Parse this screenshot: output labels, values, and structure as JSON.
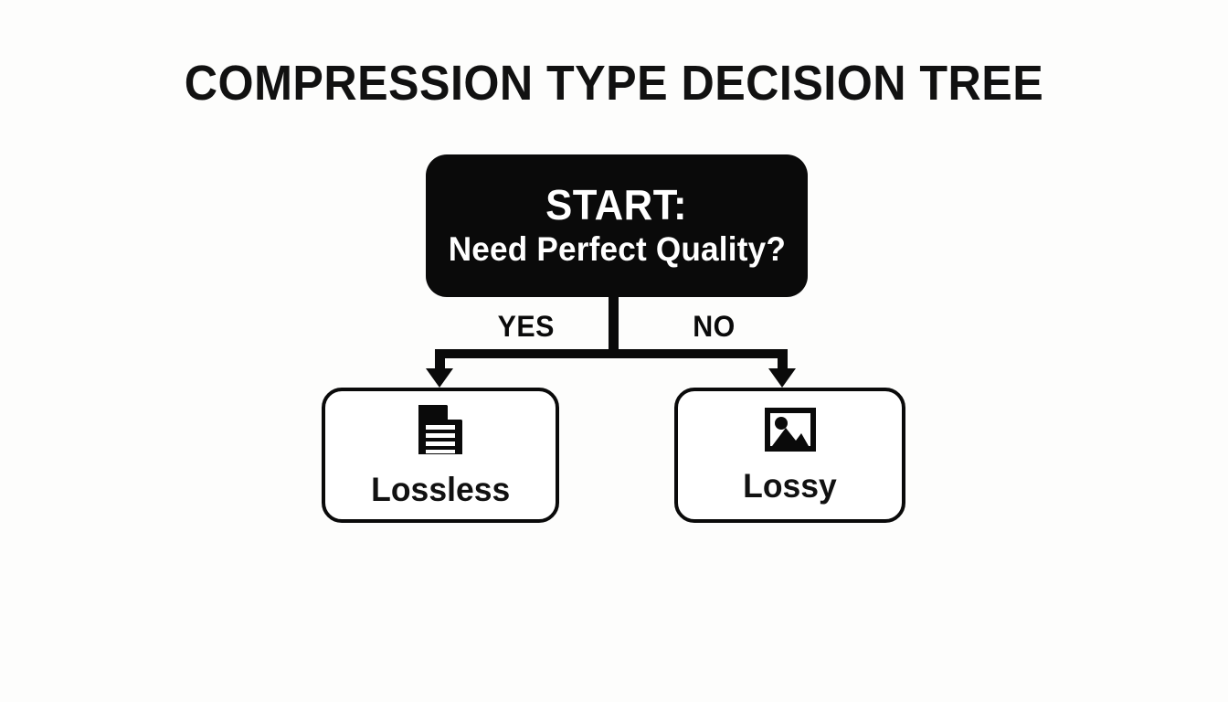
{
  "page": {
    "title": "COMPRESSION TYPE DECISION TREE",
    "background_color": "#fdfdfc",
    "ink_color": "#0a0a0a"
  },
  "diagram": {
    "type": "decision-tree",
    "root": {
      "id": "start",
      "line1": "START:",
      "line2": "Need Perfect Quality?",
      "style": "filled-black-rounded",
      "fill_color": "#0a0a0a",
      "text_color": "#ffffff"
    },
    "edges": [
      {
        "from": "start",
        "to": "lossless",
        "label": "YES",
        "direction": "left"
      },
      {
        "from": "start",
        "to": "lossy",
        "label": "NO",
        "direction": "right"
      }
    ],
    "leaves": [
      {
        "id": "lossless",
        "label": "Lossless",
        "icon": "document-icon",
        "style": "outlined-white-rounded",
        "border_color": "#0a0a0a",
        "fill_color": "#ffffff"
      },
      {
        "id": "lossy",
        "label": "Lossy",
        "icon": "image-icon",
        "style": "outlined-white-rounded",
        "border_color": "#0a0a0a",
        "fill_color": "#ffffff"
      }
    ]
  }
}
